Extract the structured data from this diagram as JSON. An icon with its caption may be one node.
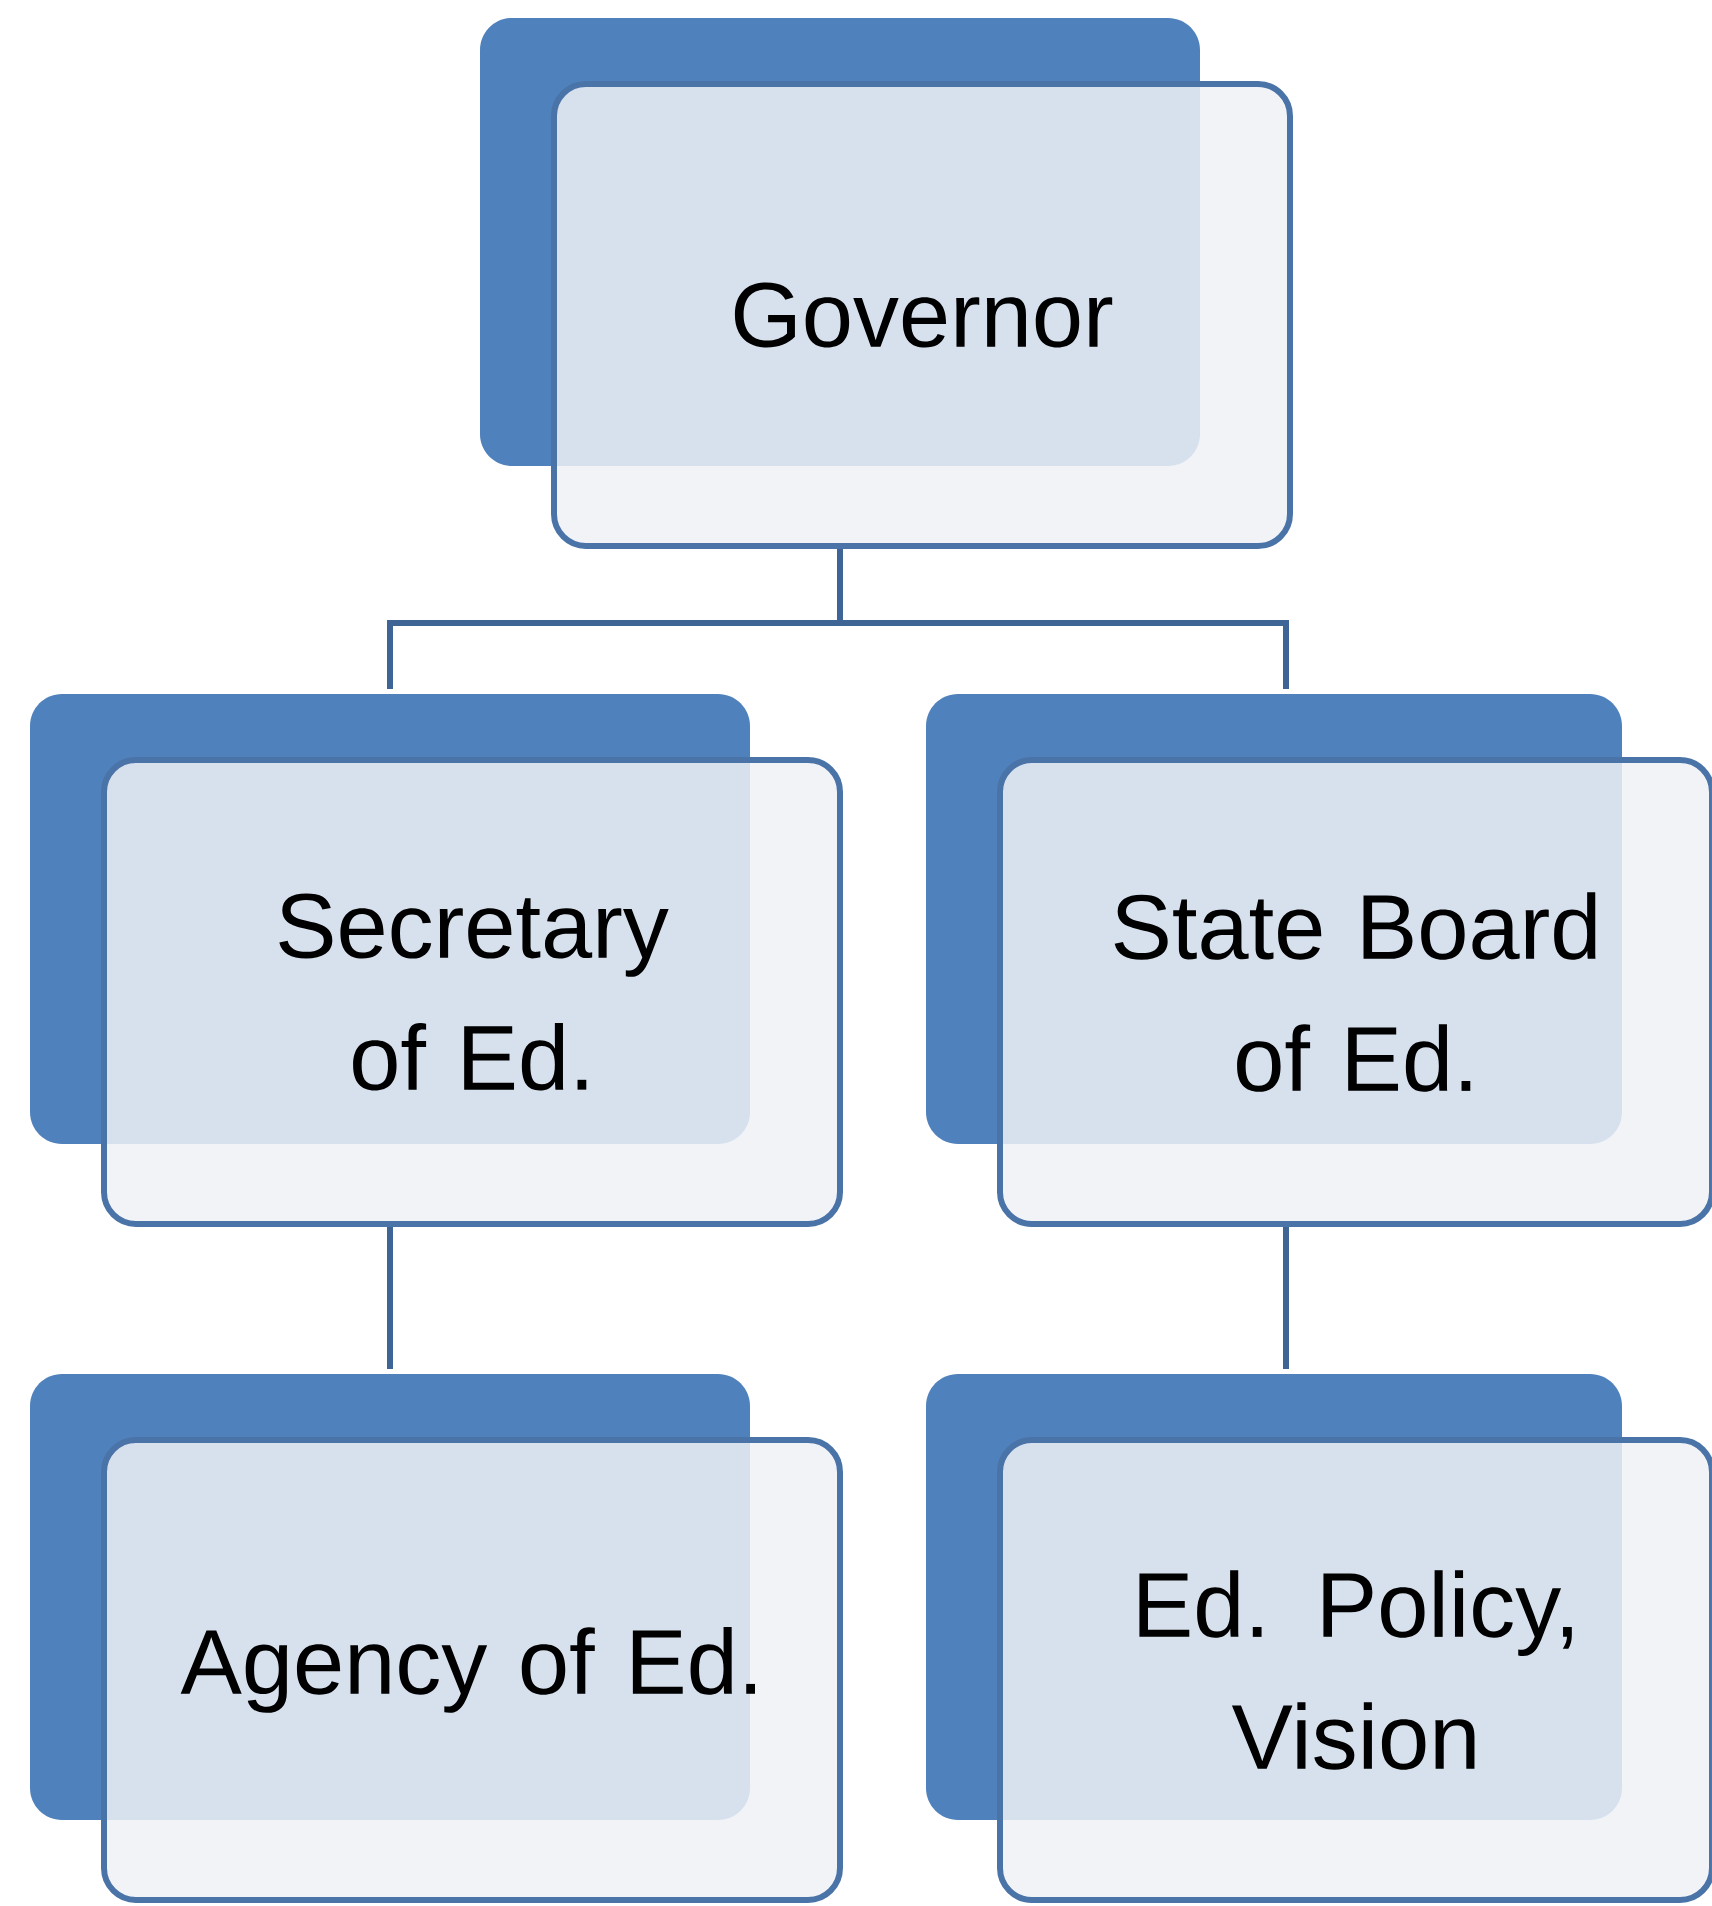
{
  "diagram": {
    "nodes": [
      {
        "text": [
          "Governor"
        ]
      },
      {
        "text": [
          "Secretary of Ed."
        ]
      },
      {
        "text": [
          "State Board of Ed."
        ]
      },
      {
        "text": [
          "Agency of Ed."
        ]
      },
      {
        "text": [
          "Ed. Policy, Vision"
        ]
      }
    ],
    "edges": [
      {
        "from": 0,
        "to": 1,
        "arrow": "none"
      },
      {
        "from": 0,
        "to": 2,
        "arrow": "none"
      },
      {
        "from": 1,
        "to": 3,
        "arrow": "none"
      },
      {
        "from": 2,
        "to": 4,
        "arrow": "none"
      }
    ]
  }
}
